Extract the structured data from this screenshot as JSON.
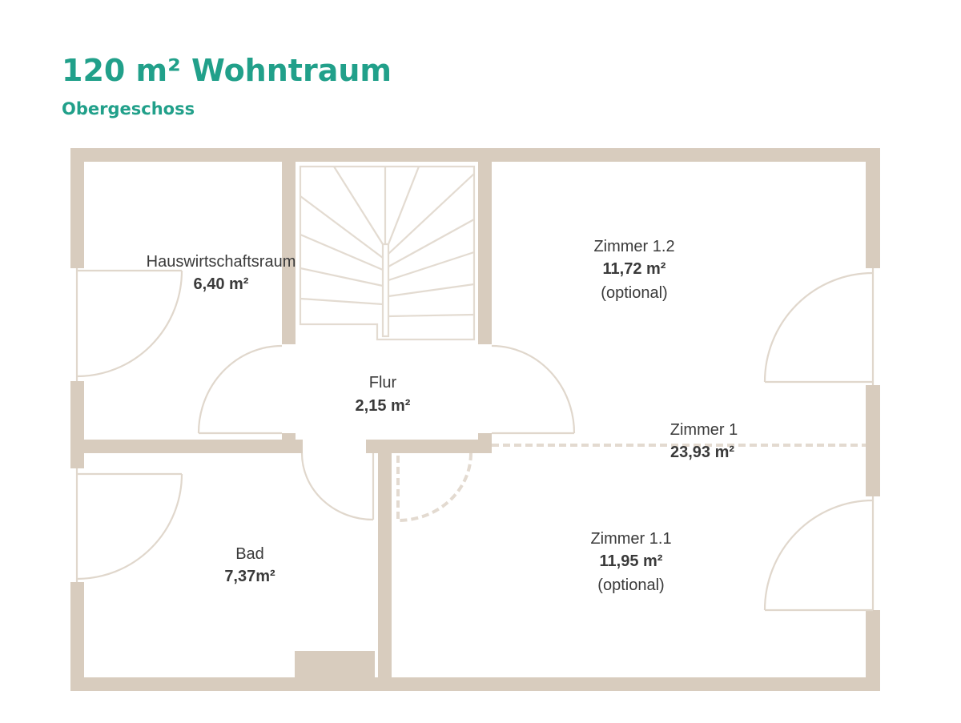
{
  "header": {
    "title": "120 m² Wohntraum",
    "subtitle": "Obergeschoss"
  },
  "colors": {
    "accent": "#21a08a",
    "wall": "#d8ccbe",
    "line": "#e0d7cc",
    "text": "#3a3a3a"
  },
  "rooms": [
    {
      "name": "Hauswirtschaftsraum",
      "area": "6,40 m²"
    },
    {
      "name": "Flur",
      "area": "2,15 m²"
    },
    {
      "name": "Zimmer 1.2",
      "area": "11,72 m²",
      "note": "(optional)"
    },
    {
      "name": "Zimmer 1",
      "area": "23,93 m²"
    },
    {
      "name": "Zimmer 1.1",
      "area": "11,95 m²",
      "note": "(optional)"
    },
    {
      "name": "Bad",
      "area": "7,37m²"
    }
  ]
}
